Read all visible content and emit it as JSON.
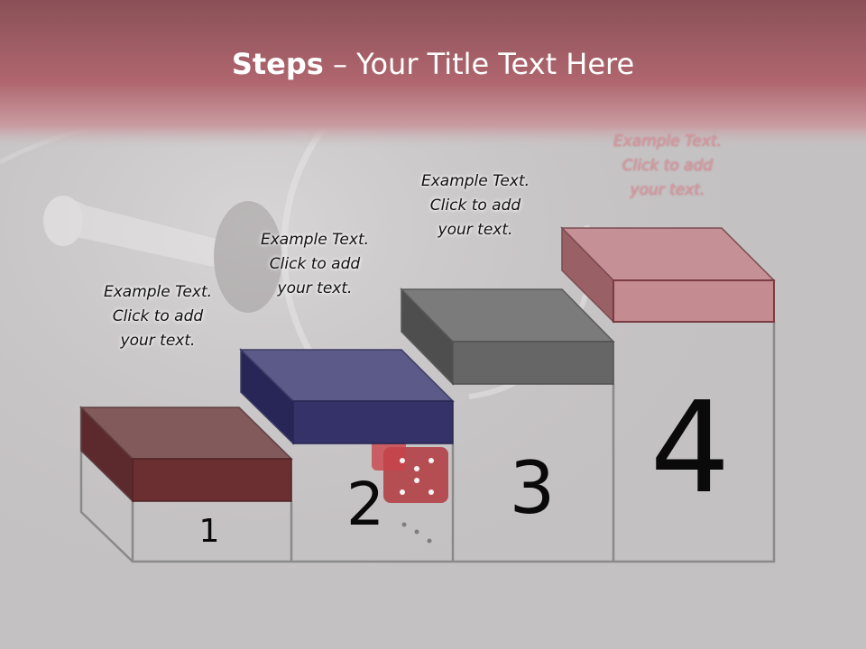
{
  "title": {
    "bold": "Steps",
    "rest": " – Your Title Text Here"
  },
  "steps": [
    {
      "number": "1",
      "lines": [
        "Example Text.",
        "Click  to add",
        "your text."
      ],
      "color": "#6b2f31"
    },
    {
      "number": "2",
      "lines": [
        "Example Text.",
        "Click  to add",
        "your text."
      ],
      "color": "#343268"
    },
    {
      "number": "3",
      "lines": [
        "Example Text.",
        "Click  to add",
        "your text."
      ],
      "color": "#666666"
    },
    {
      "number": "4",
      "lines": [
        "Example Text.",
        "Click  to add",
        "your text."
      ],
      "color": "#c48b90"
    }
  ],
  "colors": {
    "header": "#a8636b",
    "background": "#c6c3c4",
    "outline": "#8a8a8a"
  }
}
